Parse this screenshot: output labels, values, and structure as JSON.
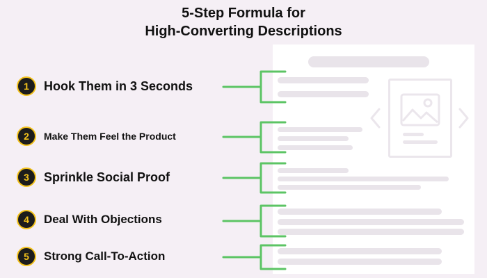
{
  "title": {
    "line1": "5-Step Formula for",
    "line2": "High-Converting Descriptions"
  },
  "steps": [
    {
      "number": "1",
      "label": "Hook Them in 3 Seconds"
    },
    {
      "number": "2",
      "label": "Make Them Feel the Product"
    },
    {
      "number": "3",
      "label": "Sprinkle Social Proof"
    },
    {
      "number": "4",
      "label": "Deal With Objections"
    },
    {
      "number": "5",
      "label": "Strong Call-To-Action"
    }
  ],
  "colors": {
    "accent_green": "#5cc464",
    "badge_ring": "#f3c21b",
    "badge_fill": "#1c1c1c",
    "placeholder": "#e9e4ea"
  },
  "icons": {
    "image_placeholder": "image-icon",
    "prev": "chevron-left-icon",
    "next": "chevron-right-icon"
  }
}
